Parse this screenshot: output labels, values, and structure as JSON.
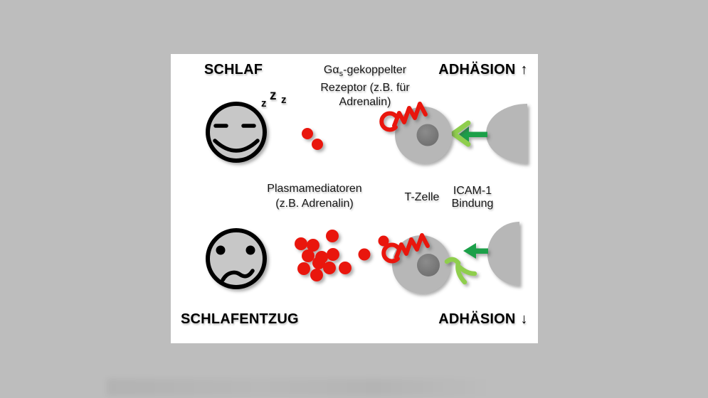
{
  "diagram": {
    "sleep_title": "SCHLAF",
    "sleep_deprivation_title": "SCHLAFENTZUG",
    "adhesion_up": {
      "label": "ADHÄSION",
      "arrow": "↑"
    },
    "adhesion_down": {
      "label": "ADHÄSION",
      "arrow": "↓"
    },
    "receptor_caption": {
      "line1_pre": "Gα",
      "line1_sub": "s",
      "line1_post": "-gekoppelter",
      "line2": "Rezeptor (z.B. für",
      "line3": "Adrenalin)"
    },
    "mediator_caption": {
      "line1": "Plasmamediatoren",
      "line2": "(z.B. Adrenalin)"
    },
    "tcell_label": "T-Zelle",
    "icam_caption": {
      "line1": "ICAM-1",
      "line2": "Bindung"
    },
    "zzz": [
      "z",
      "z",
      "z"
    ]
  },
  "colors": {
    "background": "#bdbdbd",
    "panel": "#ffffff",
    "text": "#000000",
    "red_mediator": "#e9150f",
    "green_dark_arrow": "#1fa04a",
    "green_light_icam": "#8fce4e",
    "cell_gray": "#b7b7b7",
    "nucleus_gray": "#747474",
    "face_gray": "#c7c7c7"
  }
}
